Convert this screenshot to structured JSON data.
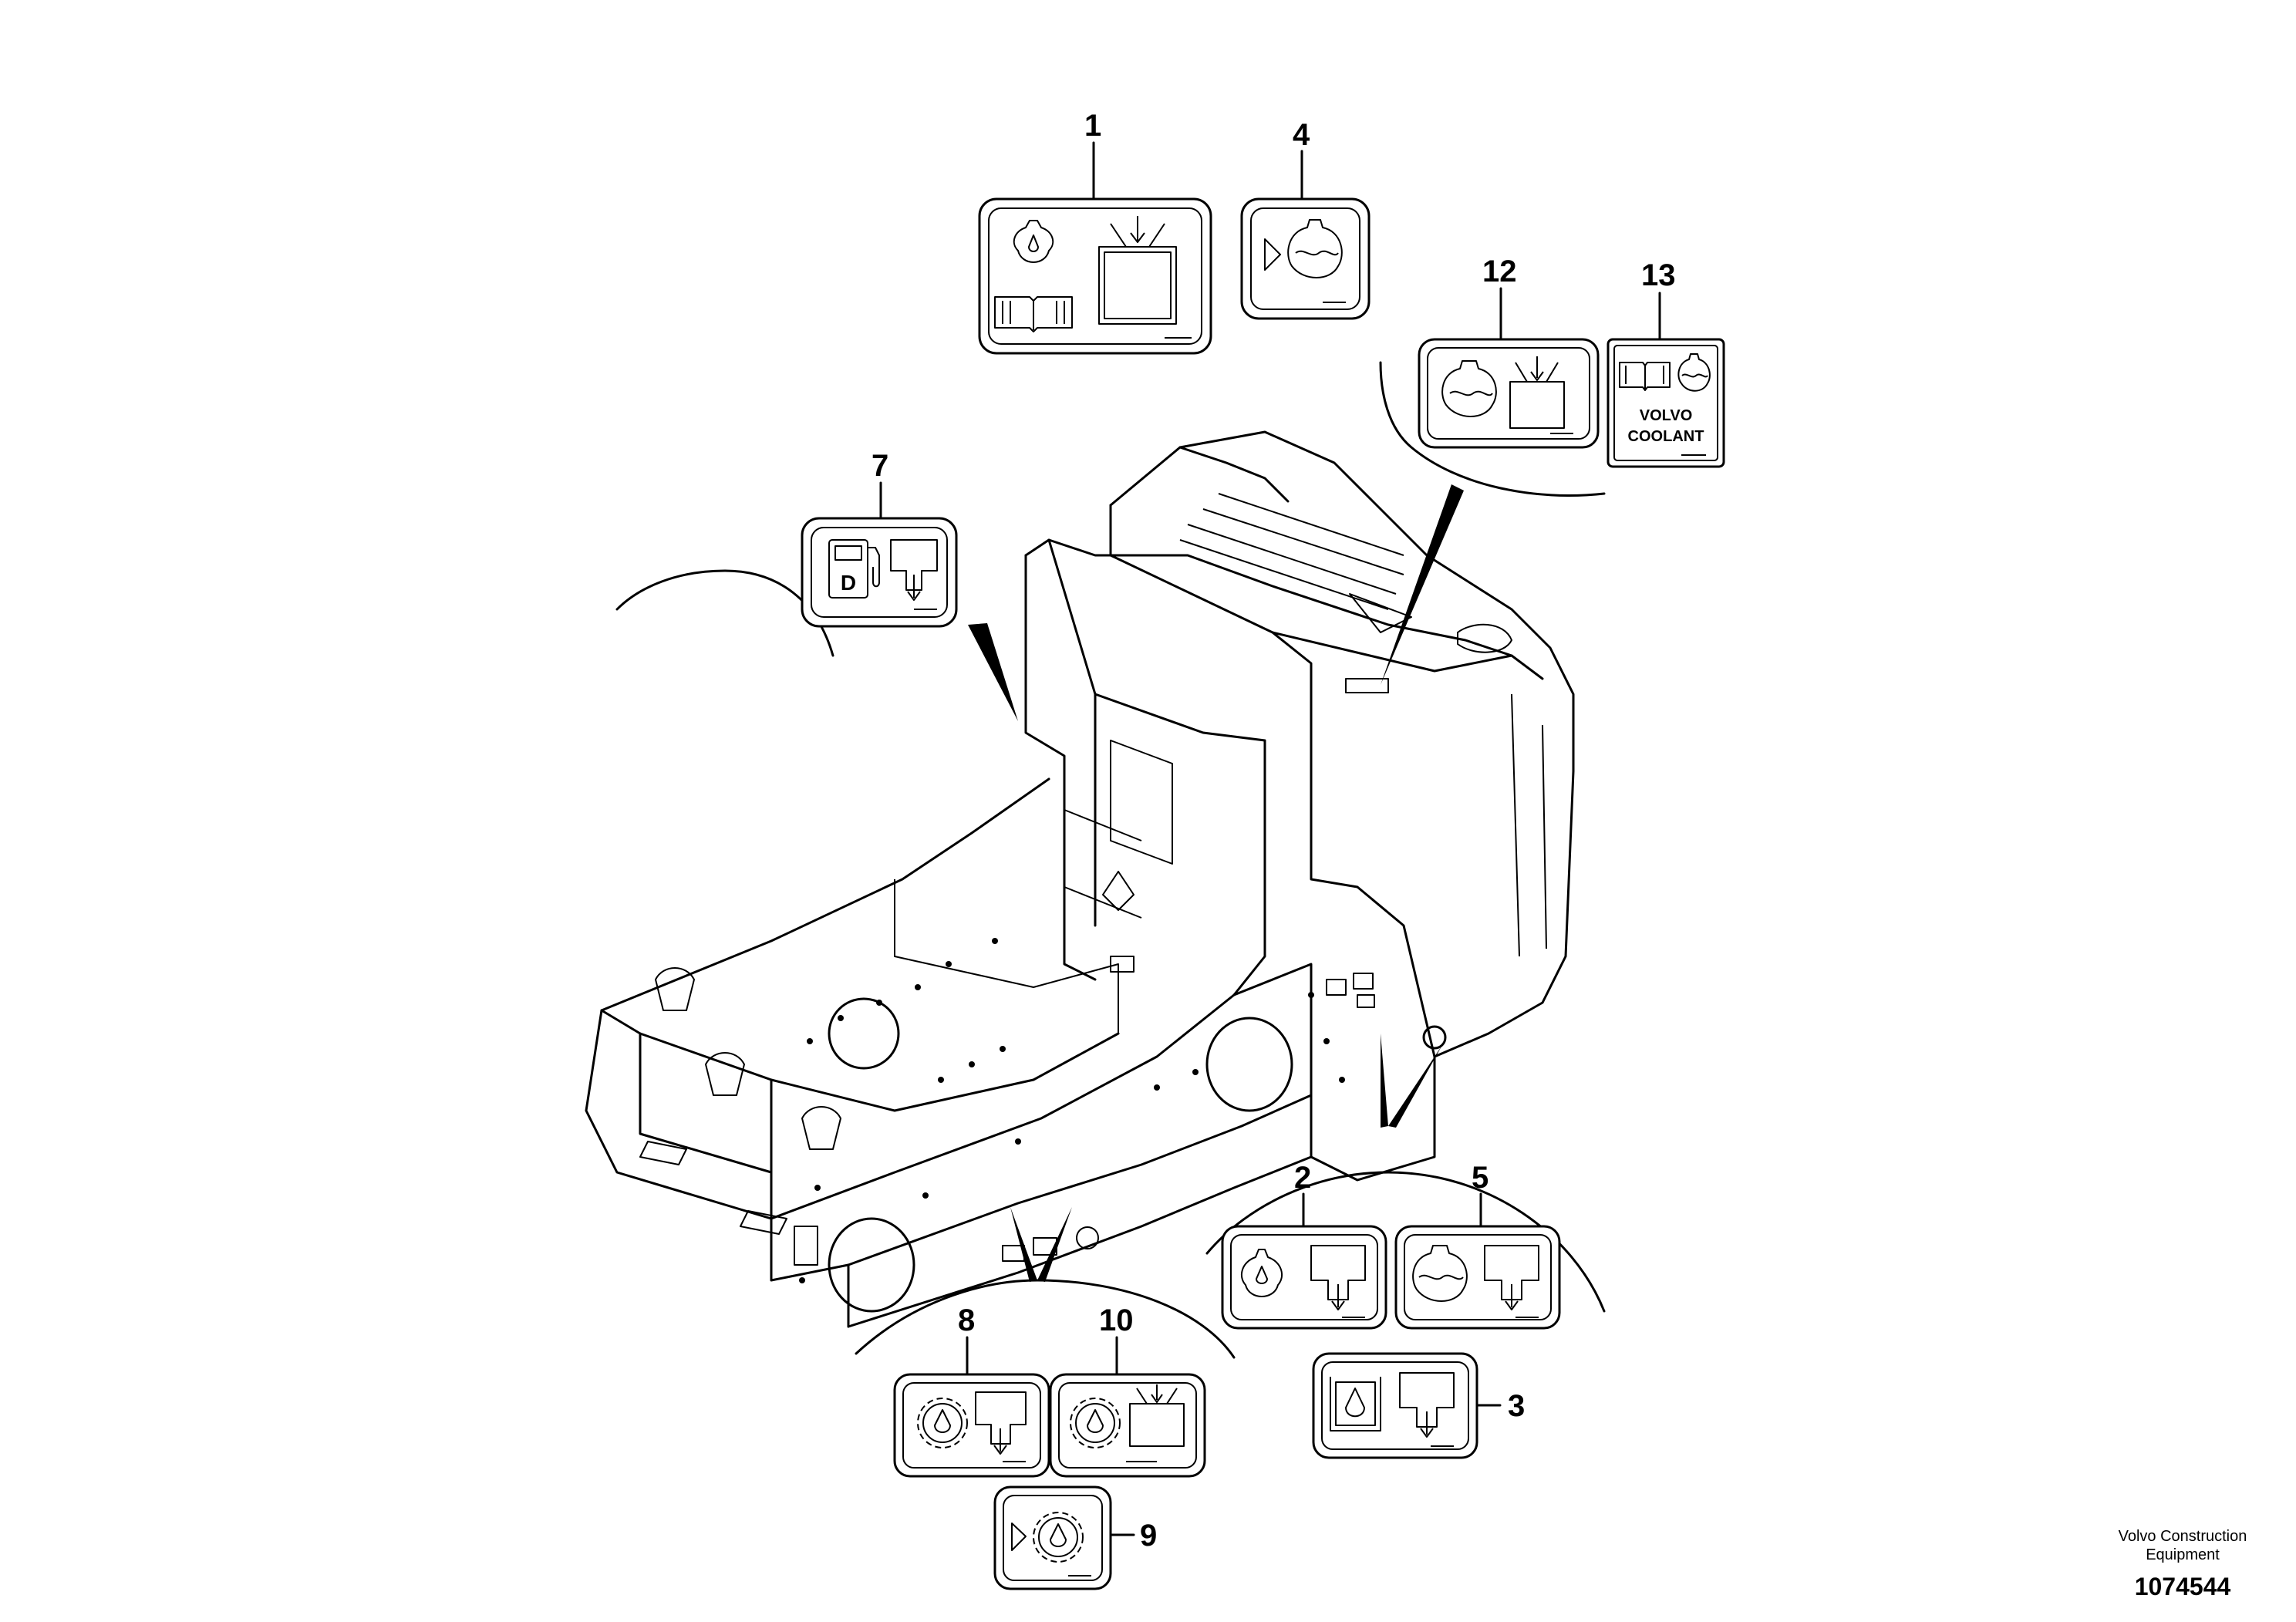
{
  "callouts": {
    "c1": "1",
    "c2": "2",
    "c3": "3",
    "c4": "4",
    "c5": "5",
    "c7": "7",
    "c8": "8",
    "c9": "9",
    "c10": "10",
    "c12": "12",
    "c13": "13"
  },
  "decal13": {
    "line1": "VOLVO",
    "line2": "COOLANT"
  },
  "decal7": {
    "fuel_letter": "D"
  },
  "credit": {
    "line1": "Volvo Construction",
    "line2": "Equipment"
  },
  "part_number": "1074544",
  "icons": {
    "engine_oil": "engine-oil-icon",
    "manual": "manual-book-icon",
    "check_level": "check-level-icon",
    "drain": "drain-icon",
    "coolant": "coolant-icon",
    "fuel": "diesel-fuel-icon",
    "gear_oil": "gear-oil-icon",
    "hydraulic_oil": "hydraulic-oil-icon"
  }
}
